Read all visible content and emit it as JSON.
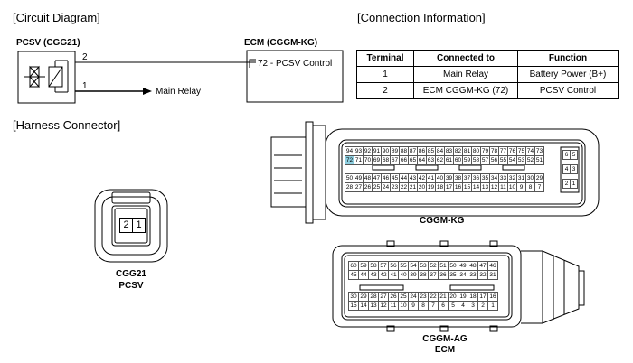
{
  "sections": {
    "circuit_diagram": "[Circuit Diagram]",
    "connection_info": "[Connection Information]",
    "harness_connector": "[Harness Connector]"
  },
  "circuit": {
    "pcsv_label": "PCSV (CGG21)",
    "ecm_label": "ECM (CGGM-KG)",
    "wire_2_label": "2",
    "wire_1_label": "1",
    "ecm_pin_label": "72 - PCSV Control",
    "main_relay_label": "Main Relay"
  },
  "connection_table": {
    "headers": [
      "Terminal",
      "Connected to",
      "Function"
    ],
    "rows": [
      [
        "1",
        "Main Relay",
        "Battery Power (B+)"
      ],
      [
        "2",
        "ECM CGGM-KG (72)",
        "PCSV Control"
      ]
    ]
  },
  "connectors": {
    "cgg21": {
      "pins": [
        "2",
        "1"
      ],
      "label_line1": "CGG21",
      "label_line2": "PCSV"
    },
    "cggm_kg": {
      "label": "CGGM-KG",
      "row1": [
        "94",
        "93",
        "92",
        "91",
        "90",
        "89",
        "88",
        "87",
        "86",
        "85",
        "84",
        "83",
        "82",
        "81",
        "80",
        "79",
        "78",
        "77",
        "76",
        "75",
        "74",
        "73"
      ],
      "row2": [
        "72",
        "71",
        "70",
        "69",
        "68",
        "67",
        "66",
        "65",
        "64",
        "63",
        "62",
        "61",
        "60",
        "59",
        "58",
        "57",
        "56",
        "55",
        "54",
        "53",
        "52",
        "51"
      ],
      "row3": [
        "50",
        "49",
        "48",
        "47",
        "46",
        "45",
        "44",
        "43",
        "42",
        "41",
        "40",
        "39",
        "38",
        "37",
        "36",
        "35",
        "34",
        "33",
        "32",
        "31",
        "30",
        "29"
      ],
      "row4": [
        "28",
        "27",
        "26",
        "25",
        "24",
        "23",
        "22",
        "21",
        "20",
        "19",
        "18",
        "17",
        "16",
        "15",
        "14",
        "13",
        "12",
        "11",
        "10",
        "9",
        "8",
        "7"
      ],
      "side_rows": [
        [
          "6",
          "5"
        ],
        [
          "4",
          "3"
        ],
        [
          "2",
          "1"
        ]
      ],
      "highlight": "72"
    },
    "cggm_ag": {
      "label_line1": "CGGM-AG",
      "label_line2": "ECM",
      "row1": [
        "60",
        "59",
        "58",
        "57",
        "56",
        "55",
        "54",
        "53",
        "52",
        "51",
        "50",
        "49",
        "48",
        "47",
        "46"
      ],
      "row2": [
        "45",
        "44",
        "43",
        "42",
        "41",
        "40",
        "39",
        "38",
        "37",
        "36",
        "35",
        "34",
        "33",
        "32",
        "31"
      ],
      "row3": [
        "30",
        "29",
        "28",
        "27",
        "26",
        "25",
        "24",
        "23",
        "22",
        "21",
        "20",
        "19",
        "18",
        "17",
        "16"
      ],
      "row4": [
        "15",
        "14",
        "13",
        "12",
        "11",
        "10",
        "9",
        "8",
        "7",
        "6",
        "5",
        "4",
        "3",
        "2",
        "1"
      ]
    }
  }
}
